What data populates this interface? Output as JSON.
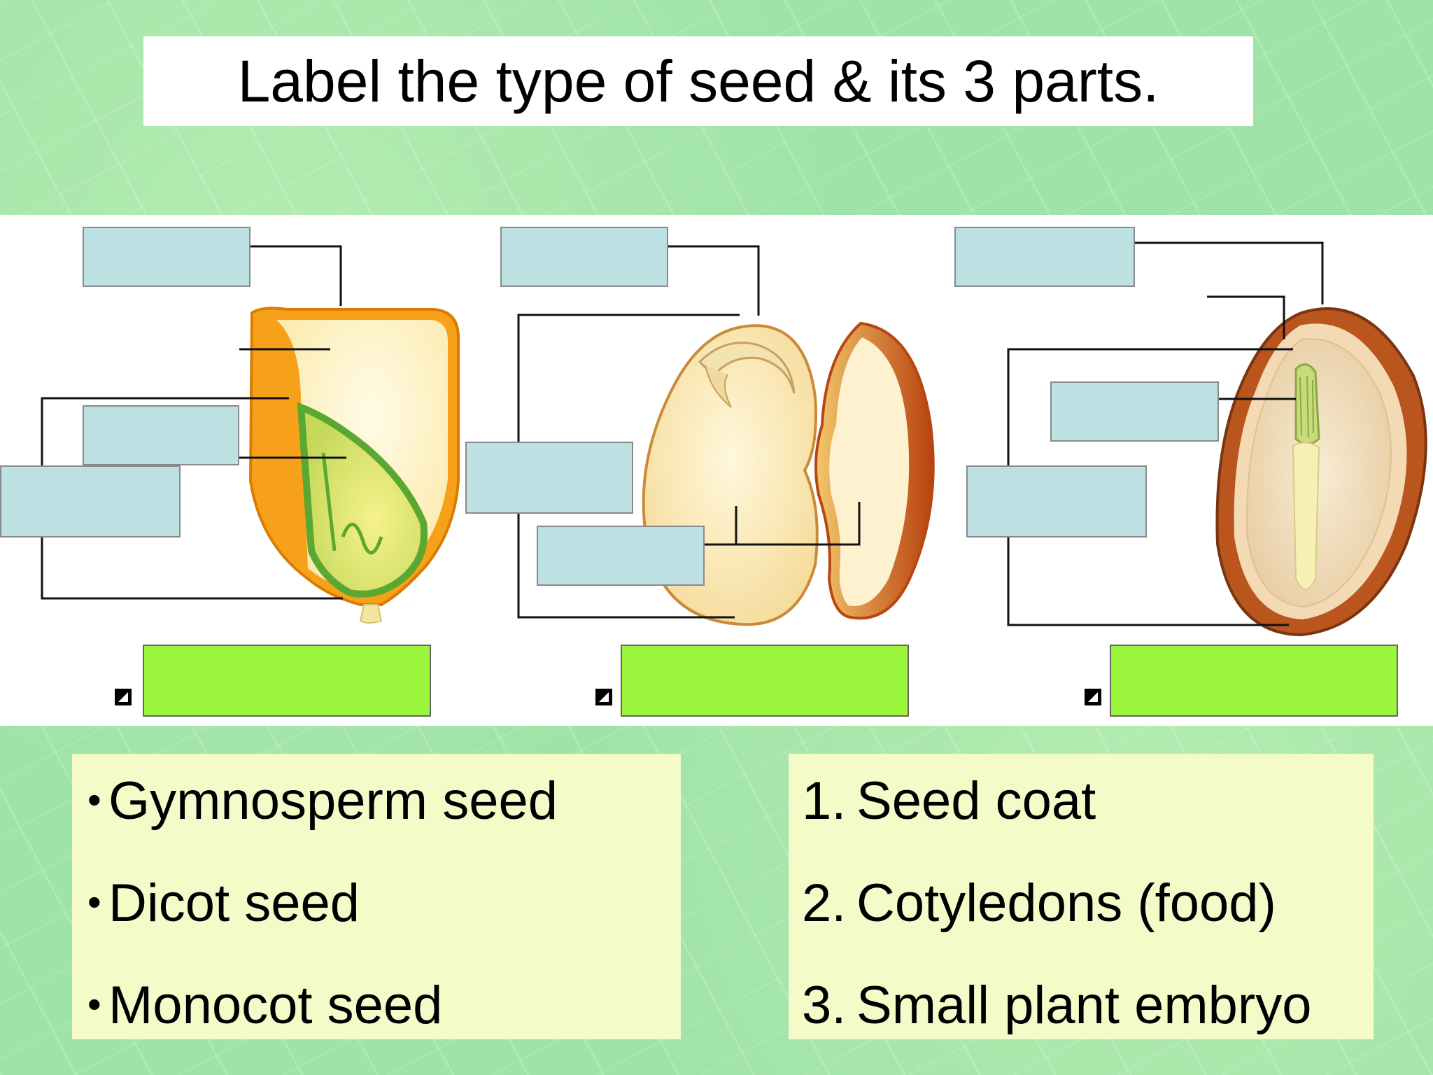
{
  "title": "Label the type of seed & its 3 parts.",
  "seed_types": {
    "items": [
      {
        "bullet": "•",
        "label": "Gymnosperm seed"
      },
      {
        "bullet": "•",
        "label": "Dicot seed"
      },
      {
        "bullet": "•",
        "label": "Monocot seed"
      }
    ]
  },
  "seed_parts": {
    "items": [
      {
        "number": "1.",
        "label": "Seed coat"
      },
      {
        "number": "2.",
        "label": "Cotyledons (food)"
      },
      {
        "number": "3.",
        "label": "Small plant embryo"
      }
    ]
  },
  "colors": {
    "label_box": "#bde0e3",
    "answer_box": "#9bf53c",
    "list_panel": "#f3fbc9",
    "title_box": "#ffffff"
  }
}
